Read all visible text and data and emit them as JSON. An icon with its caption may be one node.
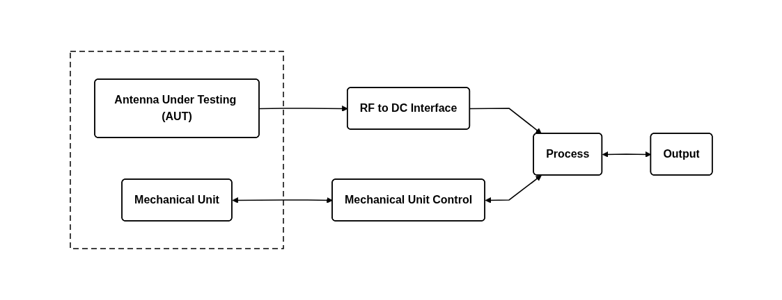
{
  "diagram": {
    "nodes": [
      {
        "text": [],
        "shape": "box"
      },
      {
        "text": [
          "Antenna Under Testing (AUT)"
        ],
        "in": 0
      },
      {
        "text": [
          "RF to DC Interface"
        ]
      },
      {
        "text": [
          "Process"
        ]
      },
      {
        "text": [
          "Output"
        ]
      },
      {
        "text": [
          "Mechanical Unit"
        ],
        "in": 0
      },
      {
        "text": [
          "Mechanical Unit Control"
        ]
      }
    ],
    "edges": [
      {
        "from": 1,
        "to": 2,
        "arrow": "to"
      },
      {
        "from": 2,
        "to": 3,
        "arrow": "to"
      },
      {
        "from": 3,
        "to": 4,
        "arrow": "both"
      },
      {
        "from": 5,
        "to": 6,
        "arrow": "both"
      },
      {
        "from": 6,
        "to": 3,
        "arrow": "both"
      }
    ]
  }
}
